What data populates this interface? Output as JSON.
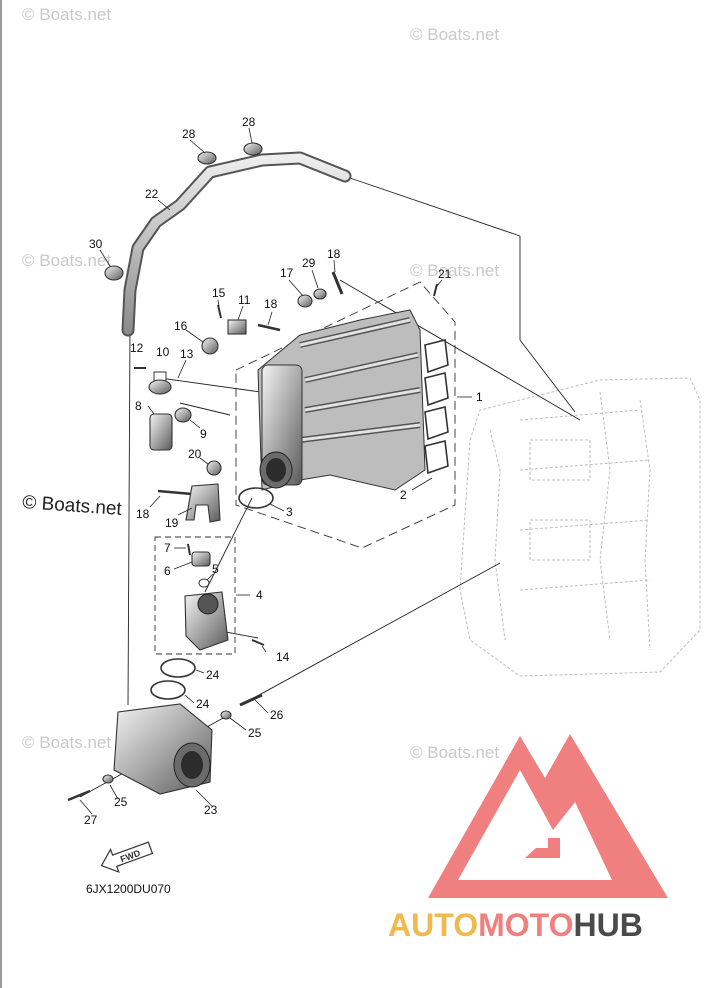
{
  "watermarks": [
    {
      "text": "© Boats.net"
    },
    {
      "text": "© Boats.net"
    },
    {
      "text": "© Boats.net"
    },
    {
      "text": "© Boats.net"
    },
    {
      "text": "© Boats.net"
    },
    {
      "text": "© Boats.net"
    }
  ],
  "watermark_large": "© Boats.net",
  "diagram_code": "6JX1200DU070",
  "fwd_label": "FWD",
  "brand": {
    "part1": "AUTO",
    "part2": "MOTO",
    "part3": "HUB",
    "color1": "#f2b84b",
    "color2": "#f07f7f",
    "color3": "#4a4a4a"
  },
  "callouts": [
    "28",
    "28",
    "22",
    "30",
    "18",
    "21",
    "29",
    "17",
    "15",
    "11",
    "18",
    "16",
    "12",
    "10",
    "13",
    "1",
    "8",
    "9",
    "2",
    "20",
    "18",
    "19",
    "3",
    "7",
    "6",
    "5",
    "4",
    "14",
    "24",
    "24",
    "26",
    "25",
    "25",
    "23",
    "27"
  ]
}
